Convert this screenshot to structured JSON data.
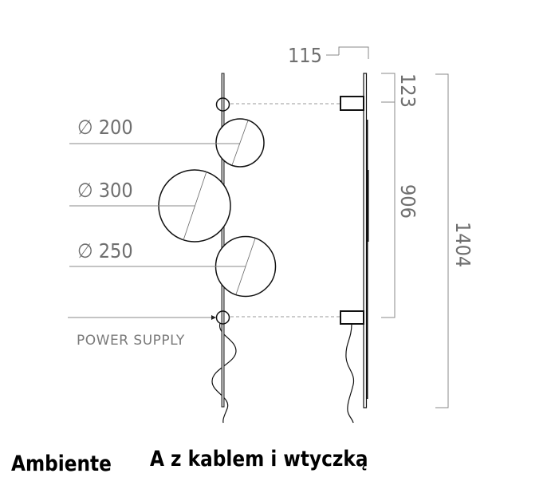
{
  "diagram": {
    "diameters": [
      {
        "label": "∅ 200",
        "value": 200
      },
      {
        "label": "∅ 300",
        "value": 300
      },
      {
        "label": "∅ 250",
        "value": 250
      }
    ],
    "power_supply_label": "POWER SUPPLY",
    "dimensions": {
      "depth": "115",
      "top_offset": "123",
      "mount_spacing": "906",
      "total_height": "1404"
    }
  },
  "caption": {
    "product": "Ambiente",
    "variant": "A z kablem i wtyczką"
  }
}
